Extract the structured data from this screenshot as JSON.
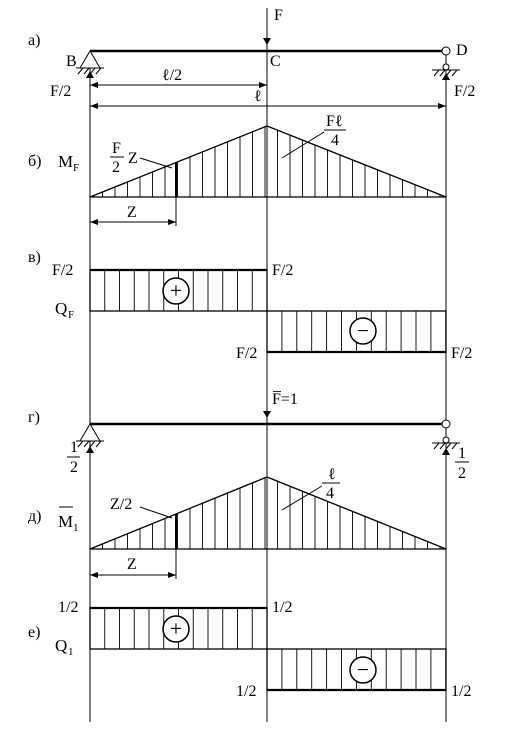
{
  "labels": {
    "a": "а)",
    "b": "б)",
    "v": "в)",
    "g": "г)",
    "d": "д)",
    "e": "е)",
    "B": "B",
    "C": "C",
    "D": "D",
    "F": "F",
    "F_half_left": "F/2",
    "F_half_right": "F/2",
    "l_half": "ℓ/2",
    "l": "ℓ",
    "MF": "M",
    "MF_sub": "F",
    "peak1_num": "Fℓ",
    "peak1_den": "4",
    "F2Z_num": "F",
    "F2Z_den": "2",
    "F2Z_z": "Z",
    "Z1": "Z",
    "Q1_left": "F/2",
    "Q1_right_top": "F/2",
    "QF": "Q",
    "QF_sub": "F",
    "Q1_bot_left": "F/2",
    "Q1_bot_right": "F/2",
    "plus": "+",
    "minus": "−",
    "unitF": "F̅=1",
    "half_num_l": "1",
    "half_den_l": "2",
    "half_num_r": "1",
    "half_den_r": "2",
    "M1": "M",
    "M1_sub": "1",
    "Z2": "Z/2",
    "peak2_num": "ℓ",
    "peak2_den": "4",
    "Z3": "Z",
    "Q2_left": "1/2",
    "Q2_right_top": "1/2",
    "Q1": "Q",
    "Q1_sub": "1",
    "Q2_bot_left": "1/2",
    "Q2_bot_right": "1/2"
  }
}
